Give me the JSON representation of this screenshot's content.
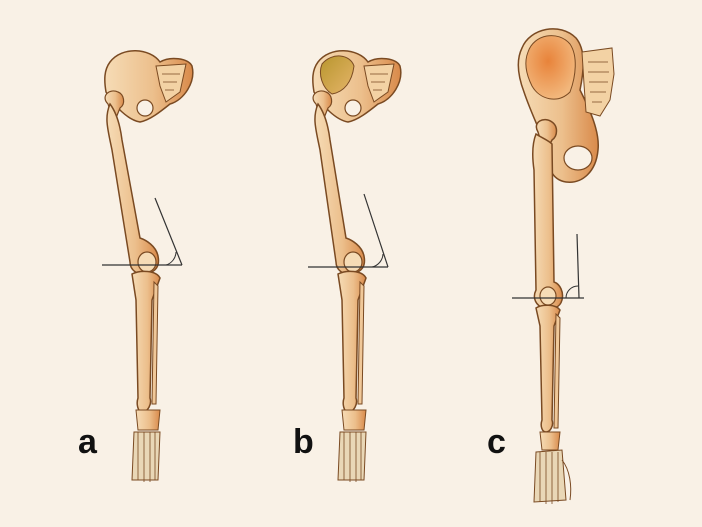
{
  "figure": {
    "panels": [
      {
        "label": "a"
      },
      {
        "label": "b"
      },
      {
        "label": "c"
      }
    ],
    "colors": {
      "background": "#f9f1e6",
      "bone_fill": "#ecbf8c",
      "bone_light": "#f6dcb6",
      "bone_shadow": "#d98a4a",
      "bone_outline": "#7a4a22",
      "pelvis_highlight_b": "#c9a03a",
      "pelvis_highlight_c": "#e0762e",
      "angle_line": "#333333"
    }
  }
}
